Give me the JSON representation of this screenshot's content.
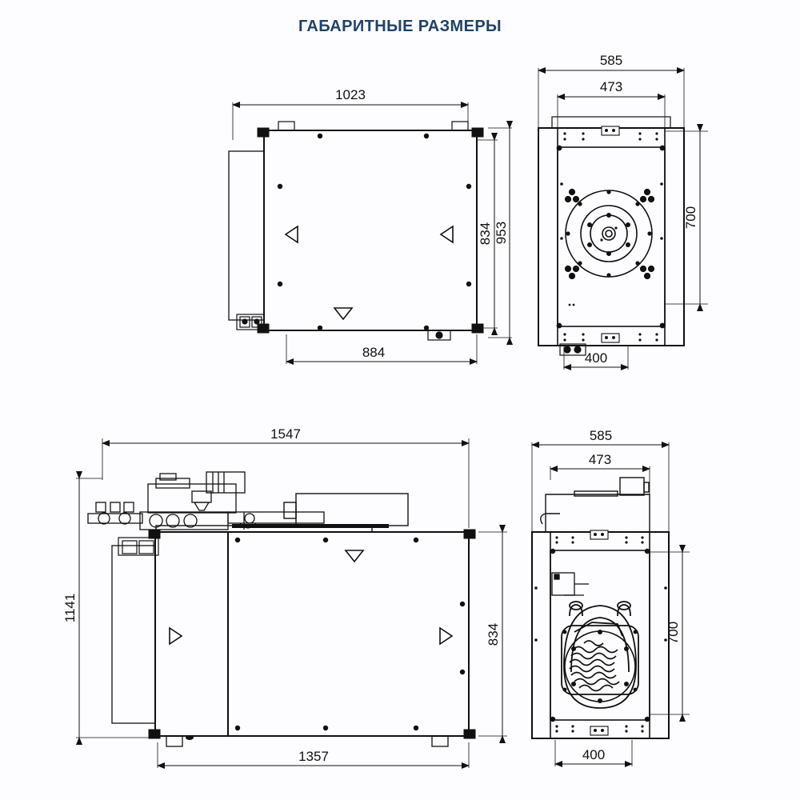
{
  "page": {
    "title": "ГАБАРИТНЫЕ РАЗМЕРЫ",
    "title_color": "#1f4268",
    "background_color": "#fdfdff",
    "line_color": "#111111",
    "drawing_type": "technical-dimension-drawing",
    "units": "mm"
  },
  "views": {
    "top_left": {
      "name": "top-view",
      "dimensions": {
        "overall_width": "1023",
        "overall_height": "953",
        "inner_height": "834",
        "inner_width": "884"
      }
    },
    "top_right": {
      "name": "side-view",
      "dimensions": {
        "overall_width": "585",
        "inner_width": "473",
        "inner_height": "700",
        "base_width": "400"
      }
    },
    "bottom_left": {
      "name": "front-elevation-view",
      "dimensions": {
        "overall_length": "1547",
        "overall_height": "1141",
        "body_height": "834",
        "base_length": "1357"
      }
    },
    "bottom_right": {
      "name": "rear-elevation-view",
      "dimensions": {
        "overall_width": "585",
        "inner_width": "473",
        "inner_height": "700",
        "base_width": "400"
      }
    }
  },
  "labels": {
    "d1023": "1023",
    "d953": "953",
    "d834": "834",
    "d884": "884",
    "d585_top": "585",
    "d473_top": "473",
    "d700_top": "700",
    "d400_top": "400",
    "d1547": "1547",
    "d1141": "1141",
    "d834_b": "834",
    "d1357": "1357",
    "d585_bot": "585",
    "d473_bot": "473",
    "d700_bot": "700",
    "d400_bot": "400"
  }
}
